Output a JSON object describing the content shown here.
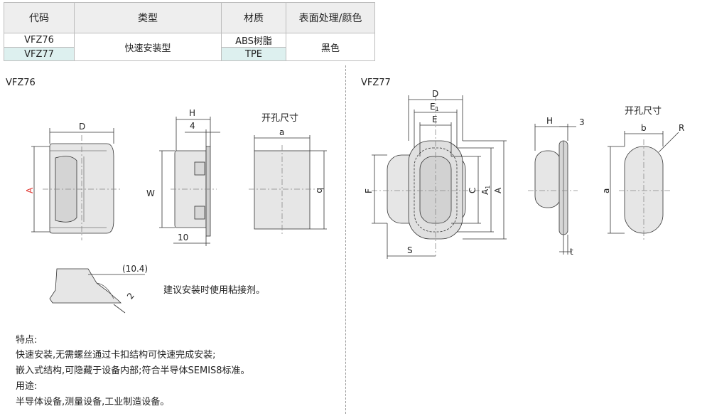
{
  "table": {
    "headers": [
      "代码",
      "类型",
      "材质",
      "表面处理/颜色"
    ],
    "rows": [
      {
        "code": "VFZ76",
        "type": "快速安装型",
        "material": "ABS树脂",
        "finish": "黑色"
      },
      {
        "code": "VFZ77",
        "material": "TPE"
      }
    ]
  },
  "left_drawing": {
    "title": "VFZ76",
    "dims": {
      "D": "D",
      "A": "A",
      "H": "H",
      "four": "4",
      "W": "W",
      "ten": "10",
      "a": "a",
      "b": "b",
      "detail": "(10.4)",
      "two": "2"
    },
    "cutout_title": "开孔尺寸",
    "note": "建议安装时使用粘接剂。"
  },
  "right_drawing": {
    "title": "VFZ77",
    "dims": {
      "D": "D",
      "E1": "E",
      "E1_sub": "1",
      "E": "E",
      "F": "F",
      "C": "C",
      "A1": "A",
      "A1_sub": "1",
      "A": "A",
      "S": "S",
      "H": "H",
      "three": "3",
      "t": "t",
      "b": "b",
      "R": "R",
      "a": "a"
    },
    "cutout_title": "开孔尺寸"
  },
  "features": {
    "heading": "特点:",
    "line1": "快速安装,无需螺丝通过卡扣结构可快速完成安装;",
    "line2": "嵌入式结构,可隐藏于设备内部;符合半导体SEMIS8标准。",
    "usage_heading": "用途:",
    "usage_line": "半导体设备,测量设备,工业制造设备。"
  },
  "colors": {
    "accent_red": "#e0312c",
    "highlight_teal": "#ddf0ef",
    "part_gray": "#e6e6e6"
  }
}
